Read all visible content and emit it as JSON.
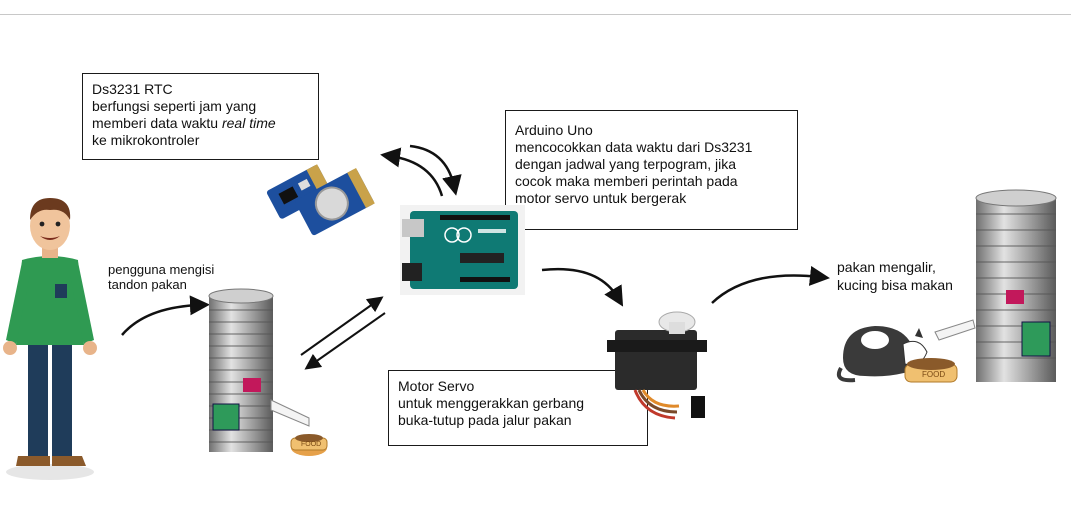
{
  "rtc_box": {
    "line1": "Ds3231 RTC",
    "line2": "berfungsi seperti jam yang",
    "line3_prefix": "memberi data waktu ",
    "line3_italic": "real time",
    "line4": "ke mikrokontroler"
  },
  "arduino_box": {
    "line1": "Arduino Uno",
    "line2": "mencocokkan data waktu dari Ds3231",
    "line3": "dengan jadwal yang terpogram, jika",
    "line4": "cocok maka memberi perintah pada",
    "line5": "motor servo untuk bergerak"
  },
  "servo_box": {
    "line1": "Motor Servo",
    "line2": "untuk menggerakkan gerbang",
    "line3": "buka-tutup pada jalur pakan"
  },
  "user_caption": {
    "line1": "pengguna mengisi",
    "line2": "tandon pakan"
  },
  "cat_caption": {
    "line1": "pakan mengalir,",
    "line2": "kucing bisa makan"
  },
  "food_label_left": "FOOD",
  "food_label_right": "FOOD",
  "colors": {
    "box_border": "#1a1a1a",
    "arduino_board": "#0f7a74",
    "rtc_board": "#1d4f9e",
    "feeder_panel": "#2e9a5a",
    "shirt": "#2f9a52"
  }
}
